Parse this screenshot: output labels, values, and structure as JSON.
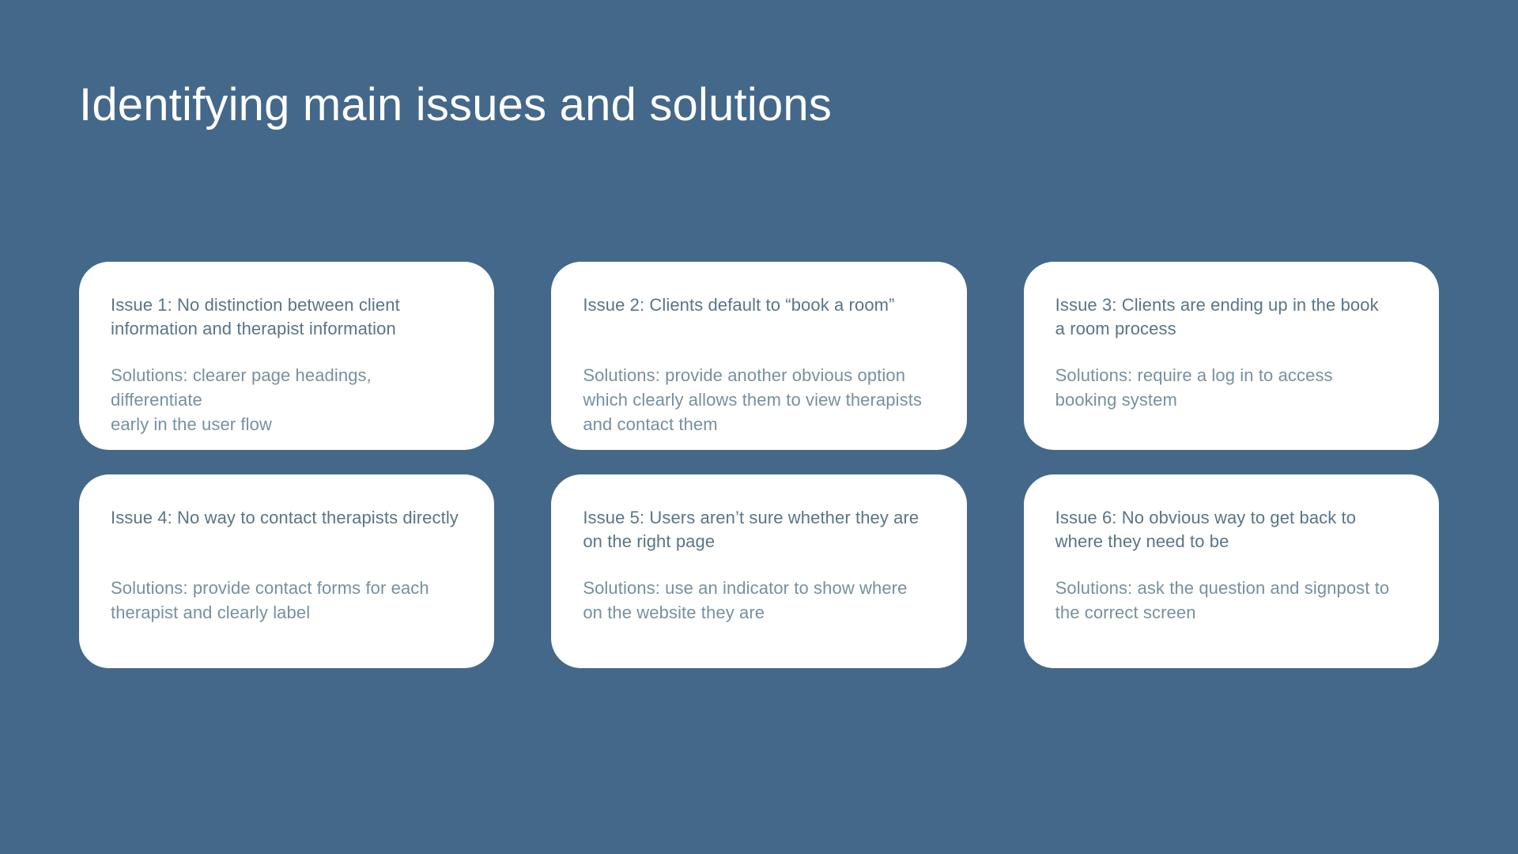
{
  "slide": {
    "title": "Identifying main issues and solutions",
    "background_color": "#44688A",
    "card_background": "#FFFFFF",
    "issue_text_color": "#5A7585",
    "solution_text_color": "#77909E",
    "cards": [
      {
        "issue": "Issue 1: No distinction between client\ninformation and therapist information",
        "solution": "Solutions: clearer page headings, differentiate\nearly in the user flow"
      },
      {
        "issue": "Issue 2: Clients default to “book a room”",
        "solution": "Solutions: provide another obvious option\nwhich clearly allows them to view therapists\nand contact them"
      },
      {
        "issue": "Issue 3: Clients are ending up in the book\na room process",
        "solution": "Solutions: require a log in to access\nbooking system"
      },
      {
        "issue": "Issue 4: No way to contact therapists directly",
        "solution": "Solutions: provide contact forms for each\ntherapist and clearly label"
      },
      {
        "issue": "Issue 5: Users aren’t sure whether they are\non the right page",
        "solution": "Solutions: use an indicator to show where\non the website they are"
      },
      {
        "issue": "Issue 6: No obvious way to get back to\nwhere they need to be",
        "solution": "Solutions: ask the question and signpost to\nthe correct screen"
      }
    ]
  }
}
